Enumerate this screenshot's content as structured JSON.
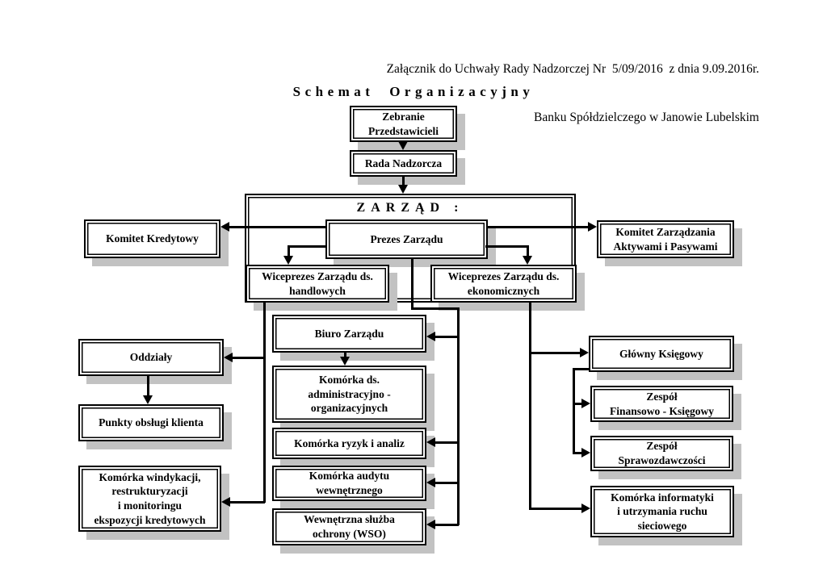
{
  "document": {
    "attachment_line1": "Załącznik do Uchwały Rady Nadzorczej Nr  5/09/2016  z dnia 9.09.2016r.",
    "attachment_line2": "Banku Spółdzielczego w Janowie Lubelskim",
    "title": "Schemat Organizacyjny"
  },
  "org": {
    "zebranie": "Zebranie\nPrzedstawicieli",
    "rada": "Rada Nadzorcza",
    "zarzad_label": "ZARZĄD :",
    "prezes": "Prezes Zarządu",
    "komitet_kredytowy": "Komitet Kredytowy",
    "komitet_zarzadzania": "Komitet Zarządzania\nAktywami i Pasywami",
    "wiceprezes_handlowy": "Wiceprezes Zarządu ds.\nhandlowych",
    "wiceprezes_ekonomiczny": "Wiceprezes Zarządu ds.\nekonomicznych",
    "biuro_zarzadu": "Biuro Zarządu",
    "komorka_administracyjna": "Komórka ds.\nadministracyjno -\norganizacyjnych",
    "komorka_ryzyk": "Komórka ryzyk i analiz",
    "komorka_audytu": "Komórka audytu\nwewnętrznego",
    "wso": "Wewnętrzna służba\nochrony (WSO)",
    "oddzialy": "Oddziały",
    "punkty_obslugi": "Punkty obsługi klienta",
    "komorka_windykacji": "Komórka windykacji,\nrestrukturyzacji\ni monitoringu\nekspozycji kredytowych",
    "glowny_ksiegowy": "Główny Księgowy",
    "zespol_finansowo_ksiegowy": "Zespół\nFinansowo - Księgowy",
    "zespol_sprawozdawczosci": "Zespół\nSprawozdawczości",
    "komorka_informatyki": "Komórka informatyki\ni utrzymania ruchu\nsieciowego"
  },
  "colors": {
    "box_border": "#000000",
    "box_background": "#ffffff",
    "shadow": "#c2c2c2",
    "connector": "#000000"
  }
}
